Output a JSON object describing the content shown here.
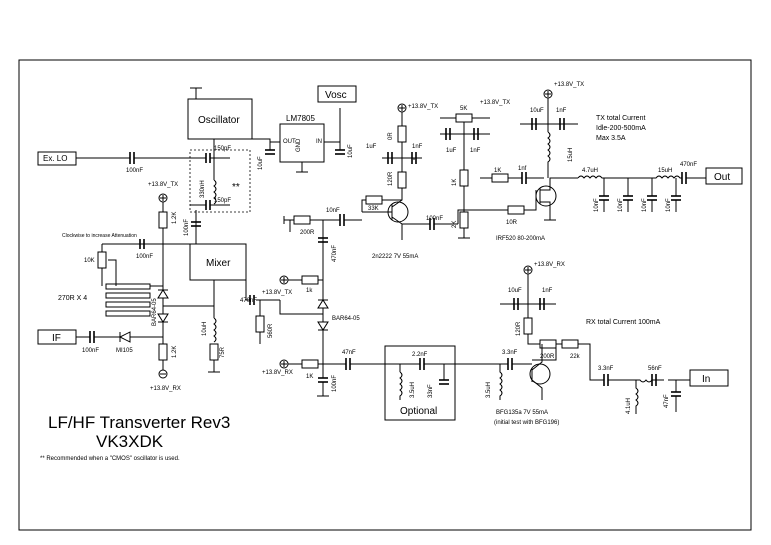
{
  "title": "LF/HF Transverter Rev3",
  "callsign": "VK3XDK",
  "footnote": "** Recommended when a \"CMOS\" oscillator is used.",
  "blocks": {
    "oscillator": "Oscillator",
    "mixer": "Mixer",
    "regulator": "LM7805",
    "regulator_out": "OUT",
    "regulator_gnd": "GND",
    "regulator_in": "IN",
    "optional": "Optional"
  },
  "ports": {
    "ex_lo": "Ex. LO",
    "vosc": "Vosc",
    "if": "IF",
    "out": "Out",
    "in": "In"
  },
  "notes": {
    "tx_current_1": "TX total Current",
    "tx_current_2": "Idle-200-500mA",
    "tx_current_3": "Max 3.5A",
    "rx_current": "RX total Current 100mA",
    "attenuation": "Clockwise to increase Attenuation",
    "double_star": "**",
    "q1": "2n2222 7V 55mA",
    "q2": "IRF520 80-200mA",
    "q3_1": "BFG135a 7V 55mA",
    "q3_2": "(initial test with BFG196)",
    "pads": "270R X 4"
  },
  "supplies": {
    "tx_a": "+13.8V_TX",
    "tx_b": "+13.8V_TX",
    "tx_c": "+13.8V_TX",
    "tx_d": "+13.8V_TX",
    "tx_e": "+13.8V_TX",
    "rx_a": "+13.8V_RX",
    "rx_b": "+13.8V_RX",
    "rx_c": "+13.8V_RX"
  },
  "parts": {
    "c_exlo": "100nF",
    "c_osc1": "150pF",
    "l_osc": "330nH",
    "c_osc2": "150pF",
    "c_reg1": "10uF",
    "c_reg2": "10uF",
    "c_mix1": "100nF",
    "r_12k_a": "1.2K",
    "r_12k_b": "1.2K",
    "pot_10k": "10K",
    "c_att": "100nF",
    "d1": "BAR64-05",
    "d2": "BAR64-05",
    "d3": "MI105",
    "c_if": "100nF",
    "l_mix": "10uH",
    "r_75": "75R",
    "c_mix2": "470nF",
    "r_560": "560R",
    "r_1k_tx": "1k",
    "r_1k_rx": "1K",
    "c_470_v": "470nF",
    "c_47n": "47nF",
    "c_100n_rx": "100nF",
    "r_200_tx": "200R",
    "c_10n_tx": "10nF",
    "r_33k": "33K",
    "r_120_tx": "120R",
    "r_0r": "0R",
    "c_1uf_a": "1uF",
    "c_1nf_a": "1nF",
    "c_1uf_b": "1uF",
    "c_1nf_b": "1nF",
    "pot_5k": "5K",
    "r_1k_v": "1K",
    "r_2k": "2K",
    "c_100n_tx": "100nF",
    "r_1k_gate": "1K",
    "r_10r": "10R",
    "c_1nf_gate": "1nf",
    "c_10uf_tx": "10uF",
    "c_1nf_tx": "1nF",
    "l_15uh_drain": "15uH",
    "l_4u7": "4.7uH",
    "l_15uh": "15uH",
    "c_470n_out": "470nF",
    "c_lpf1": "10nF",
    "c_lpf2": "10nF",
    "c_lpf3": "10nF",
    "c_lpf4": "10nF",
    "c_2n2": "2.2nF",
    "l_3u5_opt": "3.5uH",
    "c_33n": "33nF",
    "c_3n3_a": "3.3nF",
    "l_3u5": "3.5uH",
    "r_200_rx": "200R",
    "r_22k": "22k",
    "r_120_rx": "120R",
    "c_10uf_rx": "10uF",
    "c_1nf_rx": "1nF",
    "c_3n3_b": "3.3nF",
    "c_56n": "56nF",
    "l_4u1": "4.1uH",
    "c_47n_in": "47nF"
  }
}
